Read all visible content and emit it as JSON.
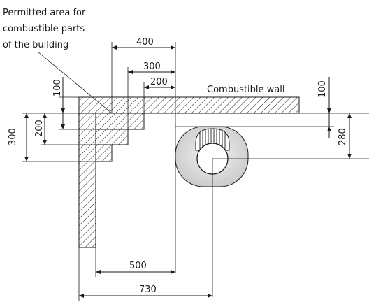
{
  "callout": {
    "line1": "Permitted area for",
    "line2": "combustible parts",
    "line3": "of the building"
  },
  "wall_label": "Combustible wall",
  "dimensions": {
    "top_400": "400",
    "top_300": "300",
    "top_200": "200",
    "left_100": "100",
    "left_200": "200",
    "left_300": "300",
    "right_100": "100",
    "right_280": "280",
    "bottom_500": "500",
    "bottom_730": "730"
  }
}
